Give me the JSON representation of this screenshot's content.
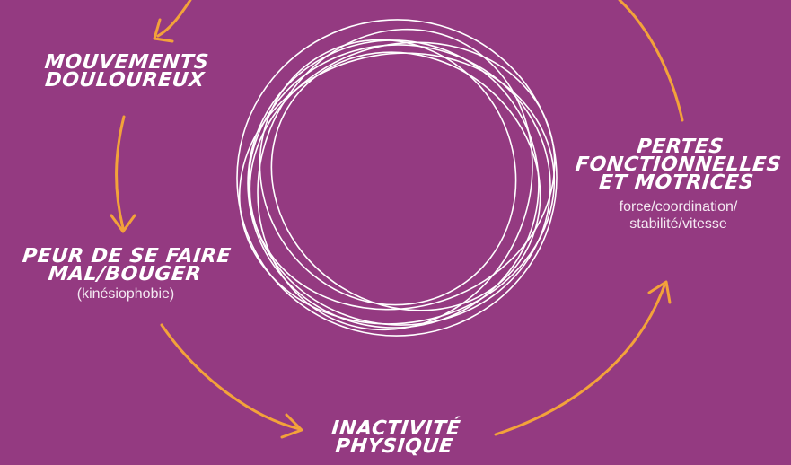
{
  "colors": {
    "background": "#943a81",
    "arrow": "#f3a23a",
    "scribble": "#ffffff",
    "text": "#ffffff"
  },
  "nodes": {
    "mouvements": {
      "title": "MOUVEMENTS\nDOULOUREUX"
    },
    "peur": {
      "title": "PEUR DE SE FAIRE\nMAL/BOUGER",
      "subtitle": "(kinésiophobie)"
    },
    "inactivite": {
      "title": "INACTIVITÉ\nPHYSIQUE"
    },
    "pertes": {
      "title": "PERTES\nFONCTIONNELLES\nET MOTRICES",
      "subtitle": "force/coordination/\nstabilité/vitesse"
    }
  }
}
